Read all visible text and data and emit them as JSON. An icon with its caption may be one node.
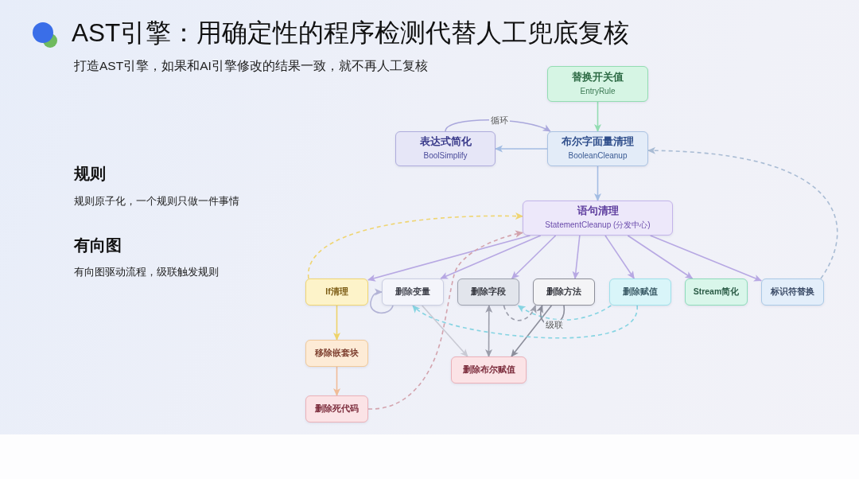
{
  "diagram": {
    "title": "AST引擎：用确定性的程序检测代替人工兜底复核",
    "nodes": [
      {
        "text": [
          "替换开关值",
          "EntryRule"
        ]
      },
      {
        "text": [
          "表达式简化",
          "BoolSimplify"
        ]
      },
      {
        "text": [
          "布尔字面量清理",
          "BooleanCleanup"
        ]
      },
      {
        "text": [
          "语句清理",
          "StatementCleanup (分发中心)"
        ]
      },
      {
        "text": [
          "If清理"
        ]
      },
      {
        "text": [
          "删除变量"
        ]
      },
      {
        "text": [
          "删除字段"
        ]
      },
      {
        "text": [
          "删除方法"
        ]
      },
      {
        "text": [
          "删除赋值"
        ]
      },
      {
        "text": [
          "Stream简化"
        ]
      },
      {
        "text": [
          "标识符替换"
        ]
      },
      {
        "text": [
          "移除嵌套块"
        ]
      },
      {
        "text": [
          "删除死代码"
        ]
      },
      {
        "text": [
          "删除布尔赋值"
        ]
      }
    ],
    "edges": [
      {
        "from": 0,
        "to": 2,
        "arrow": "to",
        "color": "#93dcb2"
      },
      {
        "from": 2,
        "to": 1,
        "arrow": "to",
        "color": "#a3bde3"
      },
      {
        "from": 1,
        "to": 2,
        "arrow": "to",
        "label": "循环",
        "color": "#aaa8dc"
      },
      {
        "from": 2,
        "to": 3,
        "arrow": "to",
        "color": "#a3bde3"
      },
      {
        "from": 3,
        "to": 4,
        "arrow": "to"
      },
      {
        "from": 3,
        "to": 5,
        "arrow": "to"
      },
      {
        "from": 3,
        "to": 6,
        "arrow": "to"
      },
      {
        "from": 3,
        "to": 7,
        "arrow": "to"
      },
      {
        "from": 3,
        "to": 8,
        "arrow": "to"
      },
      {
        "from": 3,
        "to": 9,
        "arrow": "to"
      },
      {
        "from": 3,
        "to": 10,
        "arrow": "to"
      },
      {
        "from": 10,
        "to": 2,
        "arrow": "to",
        "style": "dashed",
        "color": "#a9bcd4"
      },
      {
        "from": 4,
        "to": 3,
        "arrow": "to",
        "style": "dashed",
        "color": "#efd572"
      },
      {
        "from": 12,
        "to": 3,
        "arrow": "to",
        "style": "dashed",
        "color": "#d3a3ad"
      },
      {
        "from": 4,
        "to": 11,
        "arrow": "to",
        "color": "#eed36a"
      },
      {
        "from": 11,
        "to": 12,
        "arrow": "to",
        "color": "#f0bc98"
      },
      {
        "from": 5,
        "to": 13,
        "arrow": "to",
        "color": "#c9cad4"
      },
      {
        "from": 6,
        "to": 13,
        "arrow": "both",
        "color": "#9c9eab"
      },
      {
        "from": 7,
        "to": 13,
        "arrow": "to",
        "color": "#8c8e9b"
      },
      {
        "from": 6,
        "to": 7,
        "arrow": "to",
        "style": "dashed",
        "color": "#9c9eab"
      },
      {
        "from": 8,
        "to": 5,
        "arrow": "to",
        "style": "dashed",
        "color": "#86d4e2"
      },
      {
        "from": 8,
        "to": 6,
        "arrow": "to",
        "style": "dashed",
        "color": "#86d4e2"
      },
      {
        "from": 7,
        "to": 7,
        "arrow": "to",
        "label": "级联",
        "color": "#8c8e9b"
      },
      {
        "from": 5,
        "to": 5,
        "arrow": "to",
        "color": "#b3b4d6"
      }
    ],
    "labels": [
      "打造AST引擎，如果和AI引擎修改的结果一致，就不再人工复核",
      "规则",
      "规则原子化，一个规则只做一件事情",
      "有向图",
      "有向图驱动流程，级联触发规则"
    ]
  }
}
